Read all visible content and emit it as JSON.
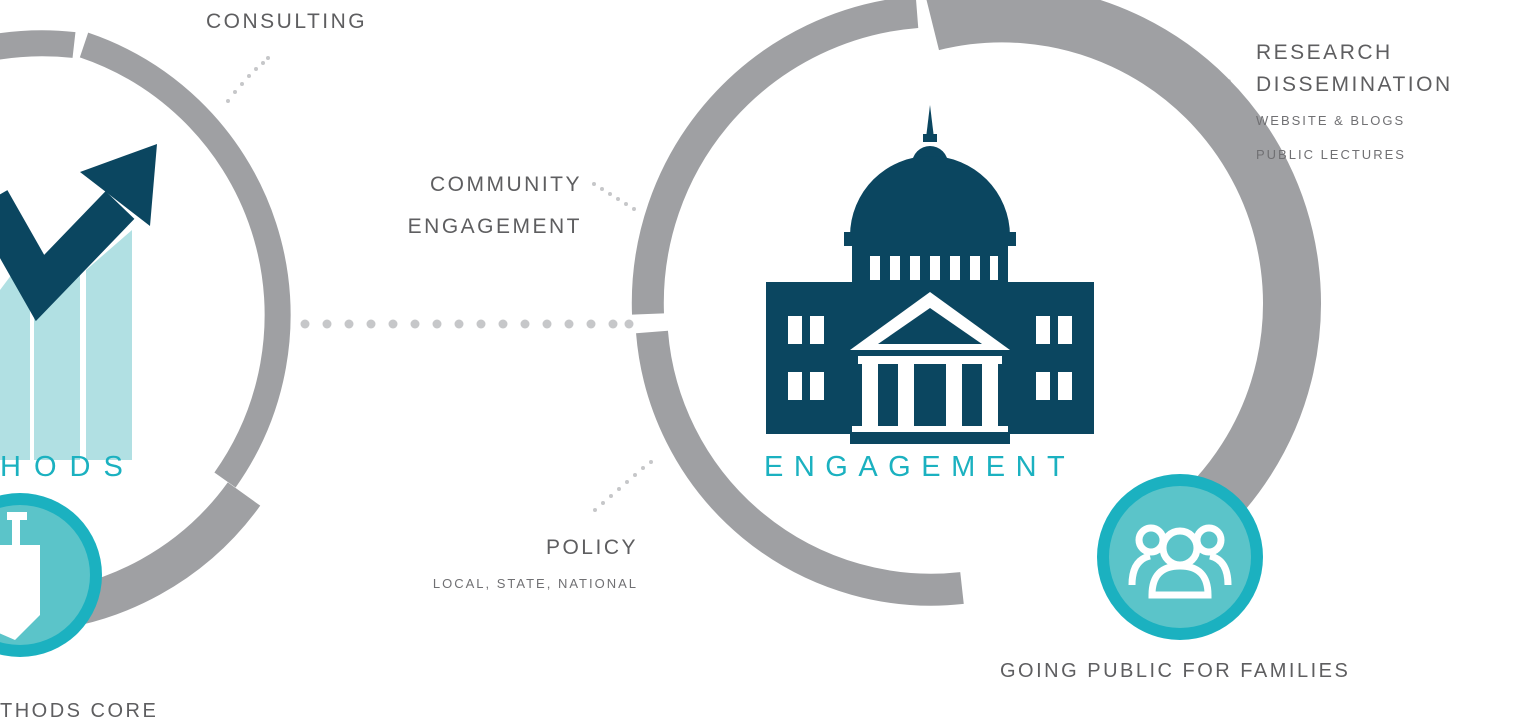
{
  "colors": {
    "ring": "#9fa0a3",
    "navy": "#0b4660",
    "teal": "#1bb1c0",
    "light_teal": "#5bc4c9",
    "bar_fill": "#b1e0e3",
    "dots": "#c6c7c9",
    "text": "#5e5e60"
  },
  "left_hub": {
    "title": "HODS",
    "caption": "THODS CORE",
    "top_label": "CONSULTING",
    "icons": [
      "trend-chart-icon",
      "shovel-icon"
    ]
  },
  "right_hub": {
    "title": "ENGAGEMENT",
    "icon": "capitol-building-icon",
    "badge_icon": "people-group-icon",
    "caption": "GOING PUBLIC FOR FAMILIES"
  },
  "labels": {
    "community": [
      "COMMUNITY",
      "ENGAGEMENT"
    ],
    "policy": "POLICY",
    "policy_sub": "LOCAL, STATE, NATIONAL",
    "research": [
      "RESEARCH",
      "DISSEMINATION"
    ],
    "research_items": [
      "WEBSITE & BLOGS",
      "PUBLIC LECTURES"
    ]
  }
}
